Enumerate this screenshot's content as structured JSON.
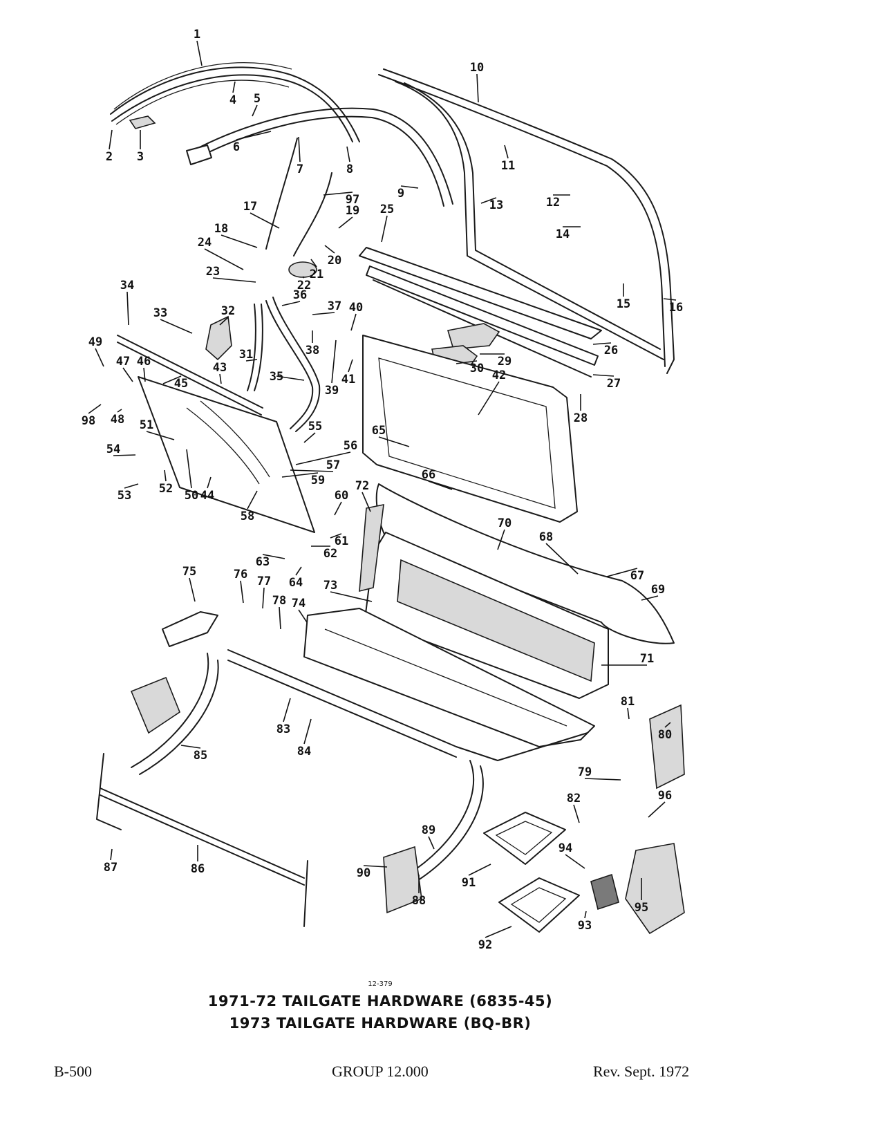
{
  "figure": {
    "code": "12-379",
    "caption_line1": "1971-72 TAILGATE HARDWARE (6835-45)",
    "caption_line2": "1973  TAILGATE HARDWARE (BQ-BR)"
  },
  "footer": {
    "page": "B-500",
    "group": "GROUP 12.000",
    "revision": "Rev. Sept. 1972"
  },
  "callouts": [
    "1",
    "2",
    "3",
    "4",
    "5",
    "6",
    "7",
    "8",
    "9",
    "10",
    "11",
    "12",
    "13",
    "14",
    "15",
    "16",
    "17",
    "18",
    "19",
    "20",
    "21",
    "22",
    "23",
    "24",
    "25",
    "26",
    "27",
    "28",
    "29",
    "30",
    "31",
    "32",
    "33",
    "34",
    "35",
    "36",
    "37",
    "38",
    "39",
    "40",
    "41",
    "42",
    "43",
    "44",
    "45",
    "46",
    "47",
    "48",
    "49",
    "50",
    "51",
    "52",
    "53",
    "54",
    "55",
    "56",
    "57",
    "58",
    "59",
    "60",
    "61",
    "62",
    "63",
    "64",
    "65",
    "66",
    "67",
    "68",
    "69",
    "70",
    "71",
    "72",
    "73",
    "74",
    "75",
    "76",
    "77",
    "78",
    "79",
    "80",
    "81",
    "82",
    "83",
    "84",
    "85",
    "86",
    "87",
    "88",
    "89",
    "90",
    "91",
    "92",
    "93",
    "94",
    "95",
    "96",
    "97",
    "98"
  ]
}
